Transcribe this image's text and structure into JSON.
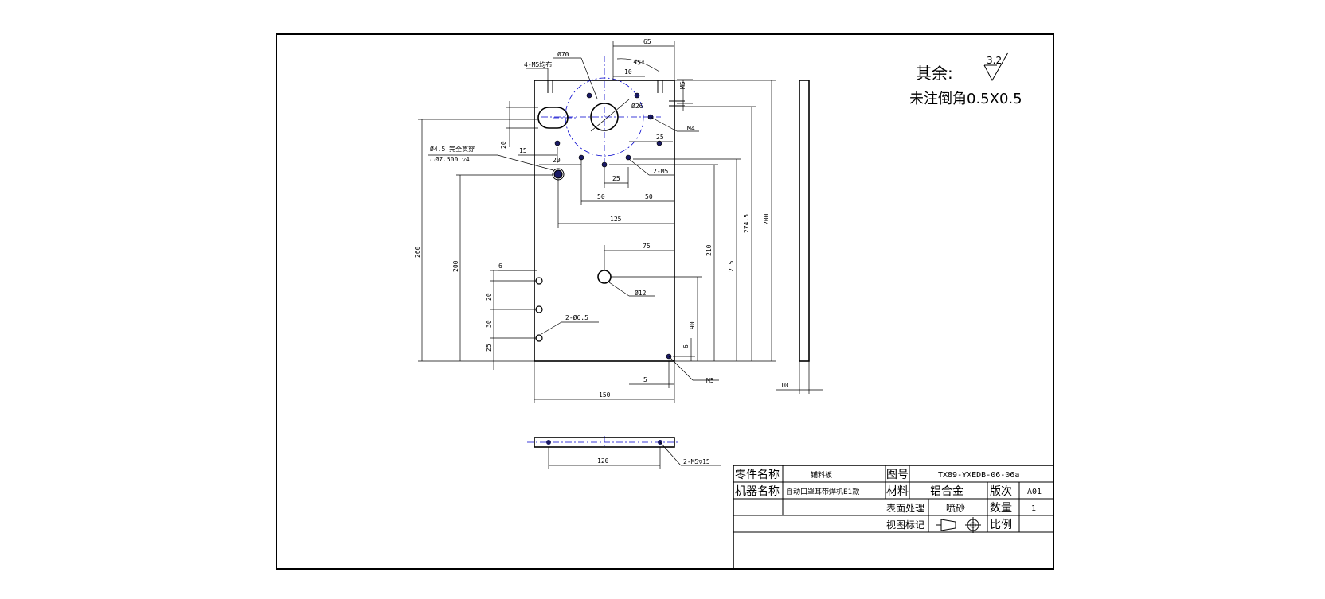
{
  "colors": {
    "outline": "#000000",
    "center_line": "#0000cc",
    "hole_fill": "#1a1a66",
    "background": "#ffffff"
  },
  "notes": {
    "other_label": "其余:",
    "roughness": "3.2",
    "chamfer_note": "未注倒角0.5X0.5"
  },
  "dims": {
    "d65": "65",
    "d45deg": "45°",
    "d10a": "10",
    "m5_4": "4-M5均布",
    "d70": "Ø70",
    "d26": "Ø26",
    "m5_top": "M5",
    "m4": "M4",
    "d25a": "25",
    "m5_2": "2-M5",
    "d20a": "20",
    "d15": "15",
    "d20b": "20",
    "d25b": "25",
    "d50a": "50",
    "d50b": "50",
    "d125": "125",
    "d260": "260",
    "d200a": "200",
    "d210": "210",
    "d215": "215",
    "d274": "274.5",
    "d200b": "200",
    "d75": "75",
    "d12": "Ø12",
    "d6a": "6",
    "d20c": "20",
    "d30": "30",
    "d25c": "25",
    "d6_5": "2-Ø6.5",
    "d90": "90",
    "d6b": "6",
    "d5": "5",
    "m5_bl": "M5",
    "d150": "150",
    "d10b": "10",
    "d120": "120",
    "m5_15": "2-M5▽15",
    "hole_note1": "Ø4.5 完全贯穿",
    "hole_note2": "⌴Ø7.500 ▽4"
  },
  "title_block": {
    "part_name_label": "零件名称",
    "part_name": "铺料板",
    "drawing_no_label": "图号",
    "drawing_no": "TX89-YXEDB-06-06a",
    "machine_name_label": "机器名称",
    "machine_name": "自动口罩耳带焊机E1款",
    "material_label": "材料",
    "material": "铝合金",
    "revision_label": "版次",
    "revision": "A01",
    "surface_label": "表面处理",
    "surface": "喷砂",
    "quantity_label": "数量",
    "quantity": "1",
    "view_label": "视图标记",
    "scale_label": "比例",
    "scale": ""
  }
}
